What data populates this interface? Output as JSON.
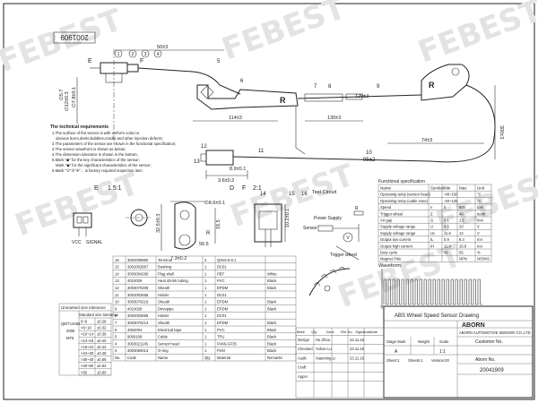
{
  "watermark": "FEBEST",
  "part_number_stamp": "2001909",
  "views": {
    "e_label": "E",
    "f_label": "F",
    "d_label": "D",
    "ratio_15": "1.5:1",
    "ratio_21": "2:1",
    "section_label": "R",
    "keyway": "R"
  },
  "callouts": [
    "1",
    "2",
    "3",
    "4",
    "5",
    "6",
    "7",
    "8",
    "9",
    "10",
    "11",
    "12",
    "13",
    "14",
    "15",
    "16"
  ],
  "dims": {
    "d1": "300±3",
    "d2": "114±3",
    "d3": "130±3",
    "d4": "120±3",
    "d5": "74±3",
    "d6": "50±3",
    "d7": "3.6±0.2",
    "d8": "∅5.7",
    "d9": "∅7.8±0.1",
    "d10": "∅12±0.3",
    "d11": "95±2",
    "d12": "56.5",
    "d13": "16.5",
    "d14": "8.9±0.1",
    "d15": "7.3±0.2",
    "d16": "32.5±0.3",
    "d17": "∅8.6±0.1",
    "d18": "10.2±0.1"
  },
  "tech_requirements": {
    "title": "The technical requirements",
    "lines": [
      "1.The surface of the sensor is with uniform color,no",
      "obvious burrs,dents,bubbles,cracks and other injection defects;",
      "2.The parameters of the sensor are shown in the functional specification;",
      "3.The sensor waveform is shown as below;",
      "4.The dimension tolerance is shown in the bottom;",
      "5.Mark \"◆\" for the key characteristics of the sensor;",
      "Mark \"◆\" for the significant characteristics of the sensor;",
      "6.Mark \"②\"③\"④\"... is factory required inspection item"
    ]
  },
  "connector_labels": {
    "vcc": "VCC",
    "signal": "SIGNAL"
  },
  "test_circuit": {
    "title": "Test Circuit",
    "power_supply": "Power Supply",
    "sensor": "Sensor",
    "trigger_wheel": "Trigger wheel",
    "voltmeter": "V",
    "resistor": "R"
  },
  "functional_spec": {
    "title": "Functional specification",
    "headers": [
      "Name",
      "Symbol",
      "Min",
      "Max",
      "Unit"
    ],
    "rows": [
      [
        "Operating temp (sensor head)",
        "",
        "-40~150",
        "",
        "°C"
      ],
      [
        "Operating temp (cable zone)",
        "",
        "-40~125",
        "",
        "°C"
      ],
      [
        "Speed",
        "n",
        "0",
        "600",
        "rpm"
      ],
      [
        "Trigger wheel",
        "Z",
        "",
        "48",
        "teeth"
      ],
      [
        "Air gap",
        "G",
        "0.1",
        "1.5",
        "mm"
      ],
      [
        "Supply voltage range",
        "U",
        "4.5",
        "20",
        "V"
      ],
      [
        "Supply voltage range",
        "Uc",
        "11.6",
        "12",
        "V"
      ],
      [
        "Output low current",
        "IL",
        "5.9",
        "8.4",
        "mA"
      ],
      [
        "Output high current",
        "IH",
        "11.8",
        "16.8",
        "mA"
      ],
      [
        "Duty cycle",
        "",
        "45",
        "55",
        "%"
      ],
      [
        "Magnet Pole",
        "",
        "",
        "NPN",
        "N/S/NS"
      ]
    ],
    "waveform_title": "Waveform"
  },
  "tolerance_table": {
    "title": "Unmarked size tolerance",
    "standard": "Standard size tolerance",
    "ref1": "QB/T14486",
    "ref2": "2008",
    "ref3": "MT5",
    "rows": [
      [
        "0~6",
        "±0.28"
      ],
      [
        ">6~10",
        "±0.32"
      ],
      [
        ">10~14",
        "±0.36"
      ],
      [
        ">14~18",
        "±0.40"
      ],
      [
        ">18~24",
        "±0.44"
      ],
      [
        ">24~30",
        "±0.48"
      ],
      [
        ">30~40",
        "±0.56"
      ],
      [
        ">40~50",
        "±0.64"
      ],
      [
        ">50",
        "±0.80"
      ]
    ]
  },
  "bom": {
    "headers": [
      "No.",
      "Code",
      "Name",
      "Qty",
      "Material",
      "Remarks"
    ],
    "rows": [
      [
        "16",
        "3002005960",
        "Terminal",
        "2",
        "QSn6.5-0.1",
        ""
      ],
      [
        "15",
        "3002002867",
        "Bushing",
        "1",
        "DC01",
        ""
      ],
      [
        "14",
        "3003004290",
        "Plug shell",
        "1",
        "PBT",
        "White"
      ],
      [
        "13",
        "4010029",
        "Heat shrink tubing",
        "1",
        "PVC",
        "Black"
      ],
      [
        "12",
        "3003070208",
        "Sheath",
        "1",
        "EPDM",
        "Black"
      ],
      [
        "11",
        "3002002658",
        "Holder",
        "1",
        "DC01",
        ""
      ],
      [
        "10",
        "3003070219",
        "Sheath",
        "1",
        "EPDM",
        "Black"
      ],
      [
        "9",
        "4010028",
        "Drivepipe",
        "1",
        "EPDM",
        "Black"
      ],
      [
        "8",
        "3002002669",
        "Holder",
        "1",
        "DC01",
        ""
      ],
      [
        "7",
        "3003070213",
        "Sheath",
        "1",
        "EPDM",
        "Black"
      ],
      [
        "6",
        "4002004",
        "Electrical tape",
        "1",
        "PVC",
        "Black"
      ],
      [
        "5",
        "9009108",
        "Cable",
        "1",
        "TPU",
        "Black"
      ],
      [
        "4",
        "3003021145",
        "Sensor head",
        "1",
        "PA66-GF35",
        "Black"
      ],
      [
        "3",
        "3003060013",
        "O-ring",
        "1",
        "FKM",
        "Black"
      ]
    ]
  },
  "title_block": {
    "part_name": "ABS Wheel Speed Sensor Drawing",
    "brand": "ABORN",
    "company": "ABORN AUTOMOTIVE SENSOR CO.,LTD",
    "customer_no_label": "Customer No.",
    "aborn_no_label": "Aborn No.",
    "aborn_no": "20041909",
    "stage_label": "Stage Mark",
    "weight_label": "Weight",
    "scale_label": "Scale",
    "stage": "A",
    "scale": "1:1",
    "sheets": "Sheet:1",
    "sheets_of": "Sheets:1",
    "version": "Version:00",
    "sign_headers": [
      "Mark",
      "Qty",
      "Zone",
      "File No.",
      "Signature",
      "Date"
    ],
    "roles": [
      "Design",
      "Checked",
      "Audit",
      "Craft",
      "Apprv"
    ],
    "names": [
      "Hu Zhou",
      "Yuhan Lu",
      "Xiaoming Li",
      "",
      ""
    ],
    "dates": [
      "23.11.16",
      "23.11.16",
      "23.11.16",
      "",
      ""
    ]
  }
}
